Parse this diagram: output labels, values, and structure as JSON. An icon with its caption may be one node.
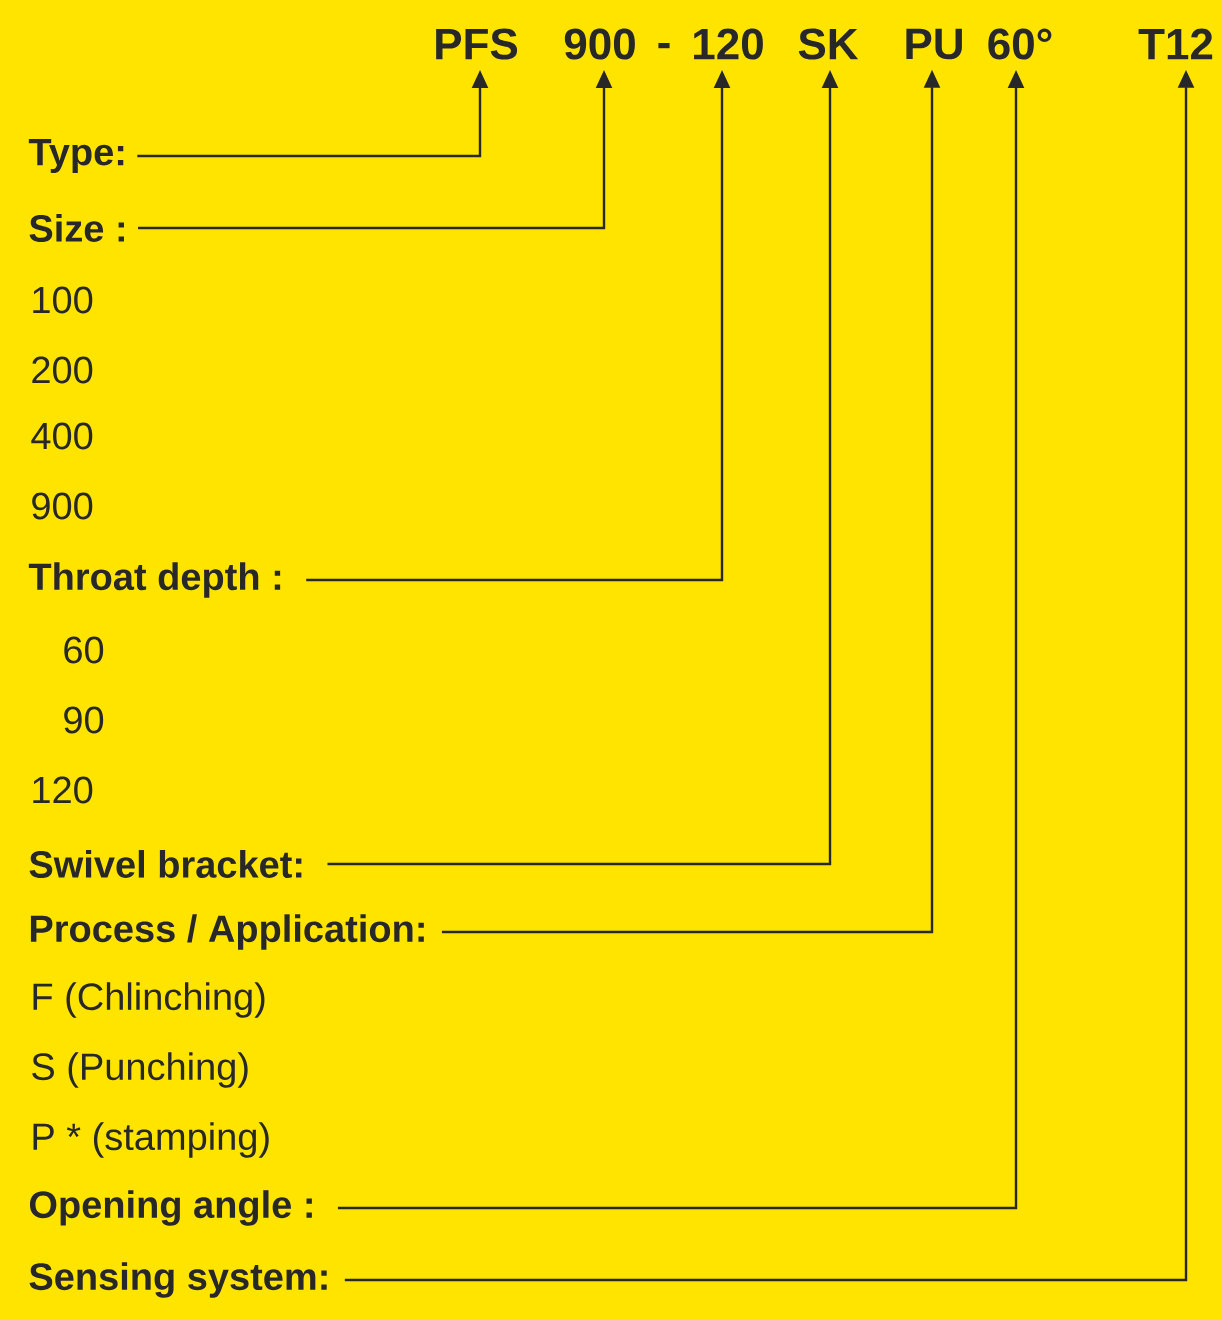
{
  "diagram": {
    "nodes": [
      {
        "text": [
          "PFS"
        ]
      },
      {
        "text": [
          "900"
        ]
      },
      {
        "text": [
          "120"
        ]
      },
      {
        "text": [
          "SK"
        ]
      },
      {
        "text": [
          "PU"
        ]
      },
      {
        "text": [
          "60°"
        ]
      },
      {
        "text": [
          "T12"
        ]
      },
      {
        "text": [
          "Type:"
        ]
      },
      {
        "text": [
          "Size :"
        ]
      },
      {
        "text": [
          "Throat depth :"
        ]
      },
      {
        "text": [
          "Swivel bracket:"
        ]
      },
      {
        "text": [
          "Process / Application:"
        ]
      },
      {
        "text": [
          "Opening angle :"
        ]
      },
      {
        "text": [
          "Sensing system:"
        ]
      }
    ],
    "edges": [
      {
        "from": 7,
        "to": 0,
        "arrow": "to"
      },
      {
        "from": 8,
        "to": 1,
        "arrow": "to"
      },
      {
        "from": 9,
        "to": 2,
        "arrow": "to"
      },
      {
        "from": 10,
        "to": 3,
        "arrow": "to"
      },
      {
        "from": 11,
        "to": 4,
        "arrow": "to"
      },
      {
        "from": 12,
        "to": 5,
        "arrow": "to"
      },
      {
        "from": 13,
        "to": 6,
        "arrow": "to"
      }
    ],
    "labels": [
      "-",
      "100",
      "200",
      "400",
      "900",
      "60",
      "90",
      "120",
      "F (Chlinching)",
      "S (Punching)",
      "P * (stamping)"
    ]
  }
}
